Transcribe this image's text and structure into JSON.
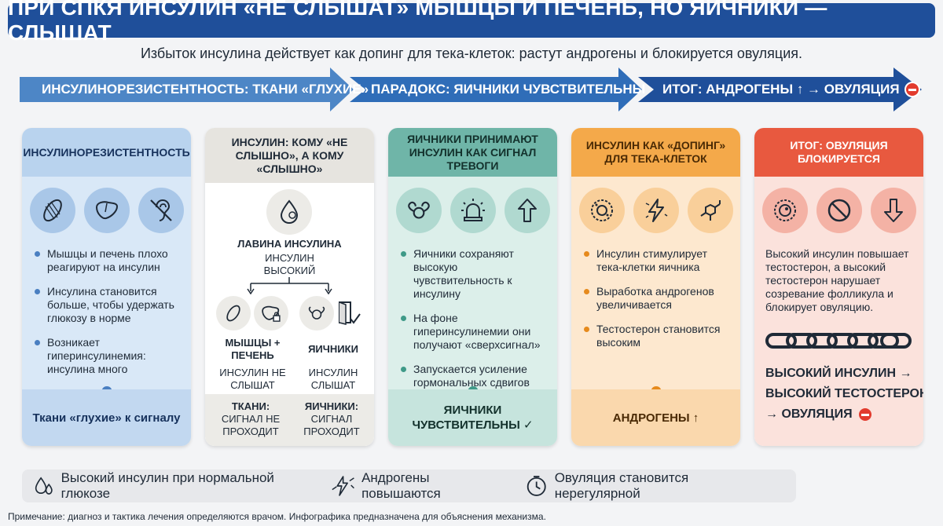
{
  "title": "ПРИ СПКЯ ИНСУЛИН «НЕ СЛЫШАТ» МЫШЦЫ И ПЕЧЕНЬ, НО ЯИЧНИКИ — СЛЫШАТ",
  "subtitle": "Избыток инсулина действует как допинг для тека-клеток: растут андрогены и блокируется овуляция.",
  "arrows": [
    {
      "label": "ИНСУЛИНОРЕЗИСТЕНТНОСТЬ: ТКАНИ «ГЛУХИЕ»",
      "color": "#4d86c6"
    },
    {
      "label": "ПАРАДОКС: ЯИЧНИКИ ЧУВСТВИТЕЛЬНЫ",
      "color": "#2f6db8"
    },
    {
      "label": "ИТОГ: АНДРОГЕНЫ ↑ → ОВУЛЯЦИЯ",
      "color": "#1f4f9a"
    }
  ],
  "cards": {
    "c1": {
      "head": "ИНСУЛИНОРЕЗИСТЕНТНОСТЬ",
      "icons": [
        "muscle-icon",
        "liver-icon",
        "deaf-ear-icon"
      ],
      "bullets": [
        "Мышцы и печень плохо реагируют на инсулин",
        "Инсулина становится больше, чтобы удержать глюкозу в норме",
        "Возникает гиперинсулинемия: инсулина много"
      ],
      "foot": "Ткани «глухие» к сигналу"
    },
    "c2": {
      "head": "ИНСУЛИН: КОМУ «НЕ СЛЫШНО», А КОМУ «СЛЫШНО»",
      "avalanche": "ЛАВИНА ИНСУЛИНА",
      "insulin_high": "ИНСУЛИН ВЫСОКИЙ",
      "left_title": "МЫШЦЫ + ПЕЧЕНЬ",
      "left_text": "ИНСУЛИН НЕ СЛЫШАТ",
      "right_title": "ЯИЧНИКИ",
      "right_text": "ИНСУЛИН СЛЫШАТ",
      "foot_left_title": "ТКАНИ:",
      "foot_left_text": "СИГНАЛ НЕ ПРОХОДИТ",
      "foot_right_title": "ЯИЧНИКИ:",
      "foot_right_text": "СИГНАЛ ПРОХОДИТ"
    },
    "c3": {
      "head": "ЯИЧНИКИ ПРИНИМАЮТ ИНСУЛИН КАК СИГНАЛ ТРЕВОГИ",
      "icons": [
        "ovary-icon",
        "alarm-siren-icon",
        "arrow-up-icon"
      ],
      "bullets": [
        "Яичники сохраняют высокую чувствительность к инсулину",
        "На фоне гиперинсулинемии они получают «сверхсигнал»",
        "Запускается усиление гормональных сдвигов"
      ],
      "foot": "ЯИЧНИКИ ЧУВСТВИТЕЛЬНЫ ✓"
    },
    "c4": {
      "head": "ИНСУЛИН КАК «ДОПИНГ» ДЛЯ ТЕКА-КЛЕТОК",
      "icons": [
        "cell-icon",
        "lightning-icon",
        "hormone-molecule-icon"
      ],
      "bullets": [
        "Инсулин стимулирует тека-клетки яичника",
        "Выработка андрогенов увеличивается",
        "Тестостерон становится высоким"
      ],
      "foot": "АНДРОГЕНЫ ↑"
    },
    "c5": {
      "head": "ИТОГ: ОВУЛЯЦИЯ БЛОКИРУЕТСЯ",
      "icons": [
        "follicle-icon",
        "blocked-icon",
        "arrow-down-icon"
      ],
      "text": "Высокий инсулин повышает тестостерон, а высокий тестостерон нарушает созревание фолликула и блокирует овуляцию.",
      "line1": "ВЫСОКИЙ ИНСУЛИН →",
      "line2": "ВЫСОКИЙ ТЕСТОСТЕРОН",
      "line3": "→ ОВУЛЯЦИЯ"
    }
  },
  "legend": [
    {
      "icon": "drops-icon",
      "text": "Высокий инсулин при нормальной глюкозе"
    },
    {
      "icon": "lightning-hormone-icon",
      "text": "Андрогены повышаются"
    },
    {
      "icon": "clock-icon",
      "text": "Овуляция становится нерегулярной"
    }
  ],
  "note": "Примечание: диагноз и тактика лечения определяются врачом. Инфографика предназначена для объяснения механизма."
}
